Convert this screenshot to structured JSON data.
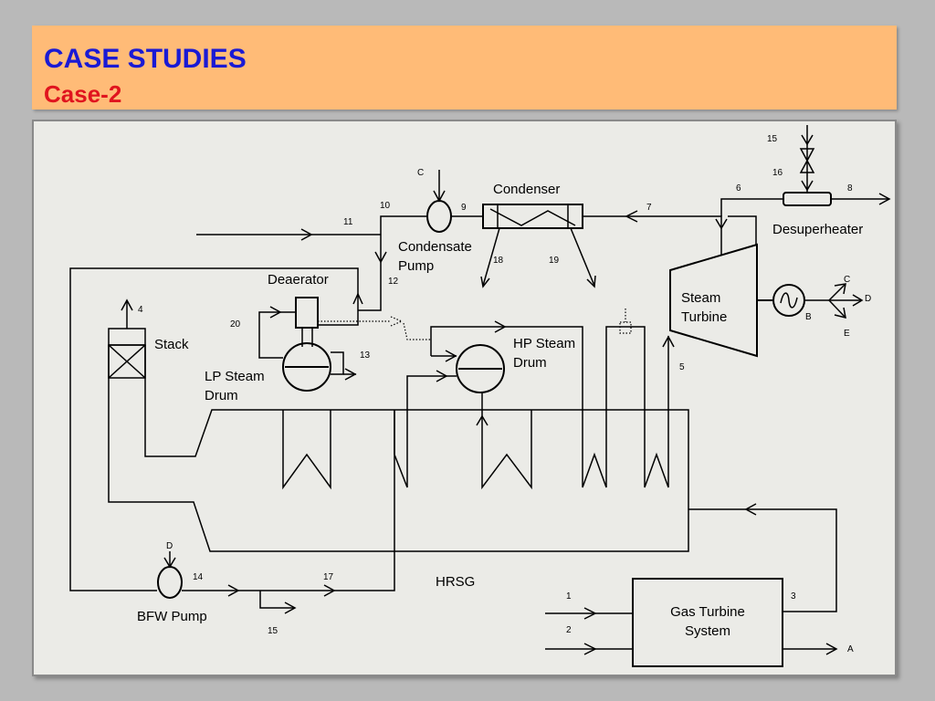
{
  "header": {
    "title": "CASE STUDIES",
    "subtitle": "Case-2",
    "title_color": "#1a1ad4",
    "subtitle_color": "#e0141e",
    "background": "#ffbb77"
  },
  "labels": {
    "condenser": "Condenser",
    "desuperheater": "Desuperheater",
    "condensate_pump_line1": "Condensate",
    "condensate_pump_line2": "Pump",
    "deaerator": "Deaerator",
    "stack": "Stack",
    "lp_drum_line1": "LP Steam",
    "lp_drum_line2": "Drum",
    "hp_drum_line1": "HP Steam",
    "hp_drum_line2": "Drum",
    "steam_turbine_line1": "Steam",
    "steam_turbine_line2": "Turbine",
    "hrsg": "HRSG",
    "bfw_pump": "BFW Pump",
    "gas_turbine_line1": "Gas Turbine",
    "gas_turbine_line2": "System"
  },
  "streams": {
    "s1": "1",
    "s2": "2",
    "s3": "3",
    "s4": "4",
    "s5": "5",
    "s6": "6",
    "s7": "7",
    "s8": "8",
    "s9": "9",
    "s10": "10",
    "s11": "11",
    "s12": "12",
    "s13": "13",
    "s14": "14",
    "s15_top": "15",
    "s15_bottom": "15",
    "s16": "16",
    "s17": "17",
    "s18": "18",
    "s19": "19",
    "s20": "20"
  },
  "points": {
    "a": "A",
    "b": "B",
    "c_top": "C",
    "c_right": "C",
    "d_right": "D",
    "d_pump": "D",
    "e": "E"
  }
}
